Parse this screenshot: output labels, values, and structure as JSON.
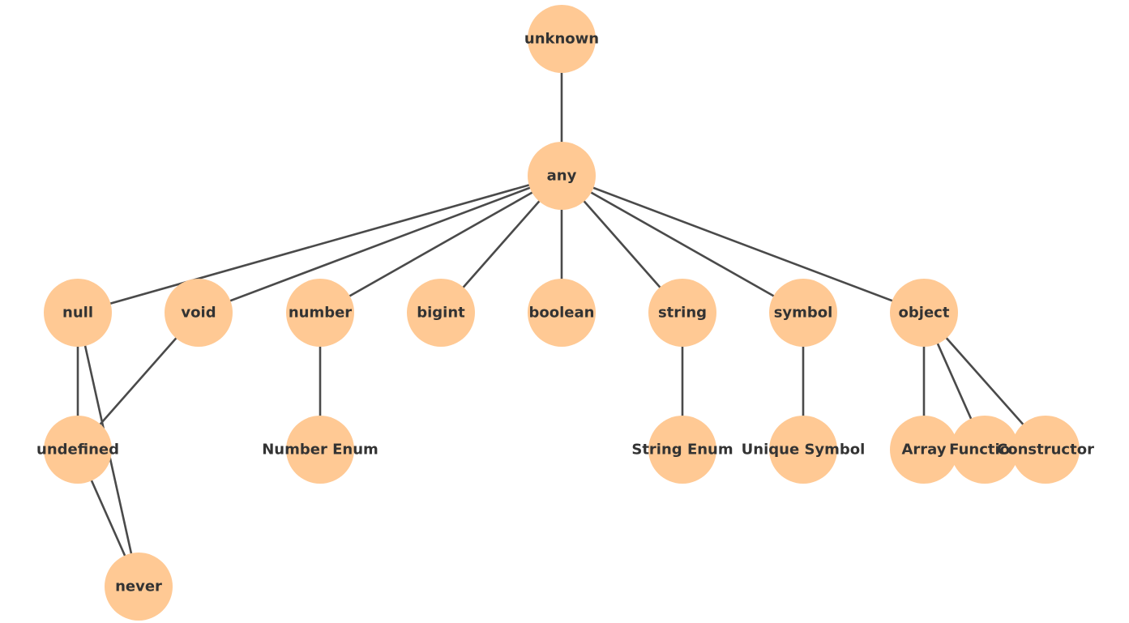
{
  "colors": {
    "node_fill": "#ffc994",
    "edge_stroke": "#4a4a4a",
    "label_text": "#333333",
    "background": "#ffffff"
  },
  "nodes": [
    {
      "id": "unknown",
      "label": "unknown"
    },
    {
      "id": "any",
      "label": "any"
    },
    {
      "id": "null",
      "label": "null"
    },
    {
      "id": "void",
      "label": "void"
    },
    {
      "id": "number",
      "label": "number"
    },
    {
      "id": "bigint",
      "label": "bigint"
    },
    {
      "id": "boolean",
      "label": "boolean"
    },
    {
      "id": "string",
      "label": "string"
    },
    {
      "id": "symbol",
      "label": "symbol"
    },
    {
      "id": "object",
      "label": "object"
    },
    {
      "id": "undefined",
      "label": "undefined"
    },
    {
      "id": "number_enum",
      "label": "Number Enum"
    },
    {
      "id": "string_enum",
      "label": "String Enum"
    },
    {
      "id": "unique_symbol",
      "label": "Unique Symbol"
    },
    {
      "id": "array",
      "label": "Array"
    },
    {
      "id": "function",
      "label": "Function"
    },
    {
      "id": "constructor",
      "label": "Constructor"
    },
    {
      "id": "never",
      "label": "never"
    }
  ],
  "edges": [
    {
      "from": "unknown",
      "to": "any"
    },
    {
      "from": "any",
      "to": "null"
    },
    {
      "from": "any",
      "to": "void"
    },
    {
      "from": "any",
      "to": "number"
    },
    {
      "from": "any",
      "to": "bigint"
    },
    {
      "from": "any",
      "to": "boolean"
    },
    {
      "from": "any",
      "to": "string"
    },
    {
      "from": "any",
      "to": "symbol"
    },
    {
      "from": "any",
      "to": "object"
    },
    {
      "from": "null",
      "to": "undefined"
    },
    {
      "from": "null",
      "to": "never"
    },
    {
      "from": "void",
      "to": "undefined"
    },
    {
      "from": "undefined",
      "to": "never"
    },
    {
      "from": "number",
      "to": "number_enum"
    },
    {
      "from": "string",
      "to": "string_enum"
    },
    {
      "from": "symbol",
      "to": "unique_symbol"
    },
    {
      "from": "object",
      "to": "array"
    },
    {
      "from": "object",
      "to": "function"
    },
    {
      "from": "object",
      "to": "constructor"
    }
  ]
}
